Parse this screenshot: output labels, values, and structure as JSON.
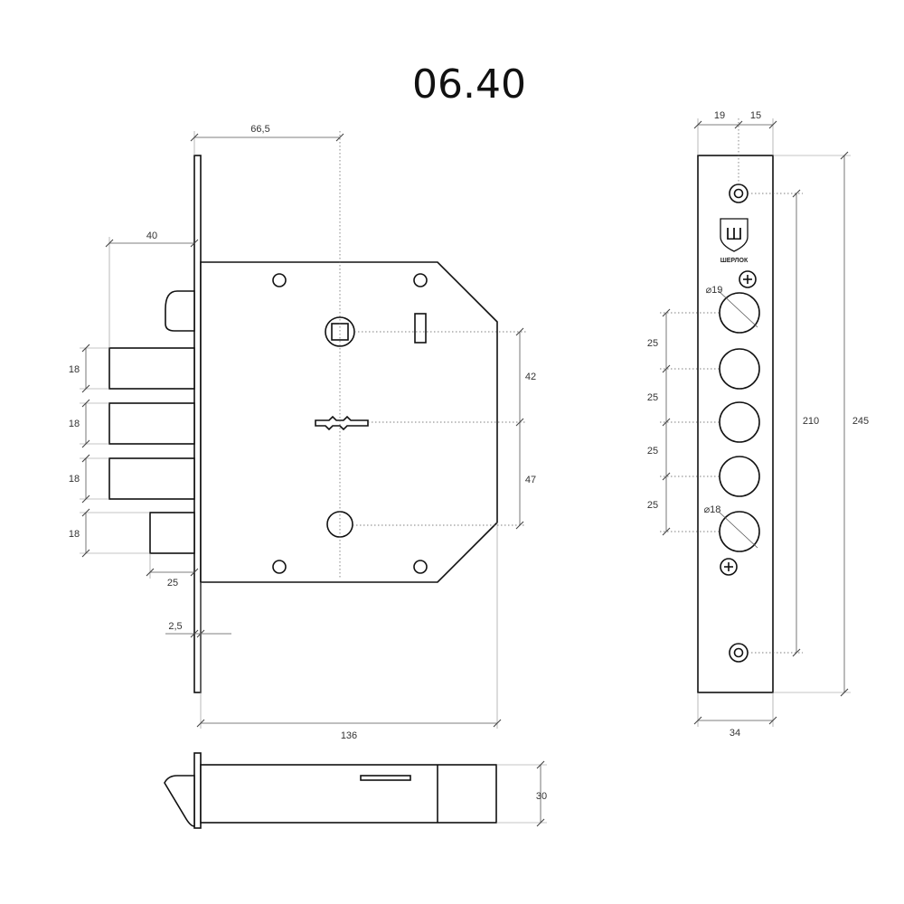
{
  "title": "06.40",
  "brand": {
    "name": "ШЕРЛОК",
    "logo_letter": "Ш"
  },
  "front_view_dims": {
    "bolt_projection": "40",
    "spindle_distance": "66,5",
    "bolt_height_1": "18",
    "bolt_height_2": "18",
    "bolt_height_3": "18",
    "bolt_height_4": "18",
    "bolt_offset": "25",
    "faceplate_thickness": "2,5",
    "body_width": "136",
    "spindle_to_key": "42",
    "key_to_cylinder": "47"
  },
  "side_view_dims": {
    "faceplate_depth": "30"
  },
  "faceplate_view_dims": {
    "left_offset": "19",
    "right_offset": "15",
    "hole_diameter_top": "⌀19",
    "hole_diameter_bottom": "⌀18",
    "bolt_pitch_1": "25",
    "bolt_pitch_2": "25",
    "bolt_pitch_3": "25",
    "bolt_pitch_4": "25",
    "screw_spacing": "210",
    "total_length": "245",
    "faceplate_width": "34"
  }
}
